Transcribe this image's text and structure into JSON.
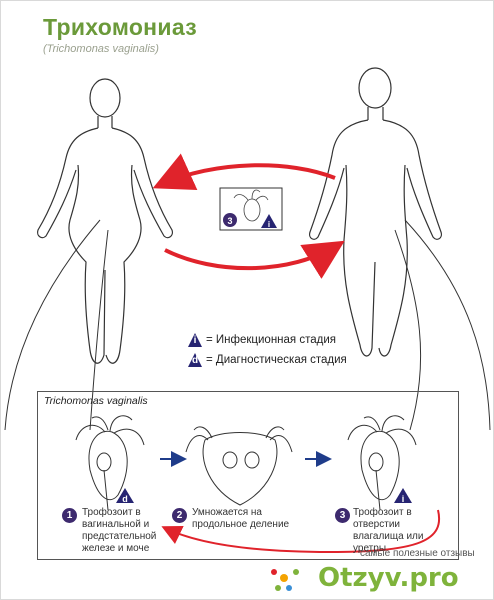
{
  "header": {
    "title": "Трихомониаз",
    "subtitle": "(Trichomonas vaginalis)"
  },
  "legend": {
    "infective_badge": "i",
    "infective_label": "= Инфекционная стадия",
    "diagnostic_badge": "d",
    "diagnostic_label": "= Диагностическая стадия"
  },
  "center_box": {
    "step_number": "3",
    "badge": "i"
  },
  "panel": {
    "title": "Trichomonas vaginalis",
    "steps": [
      {
        "number": "1",
        "badge": "d",
        "text": "Трофозоит в вагинальной и предстательной железе и моче"
      },
      {
        "number": "2",
        "text": "Умножается на продольное деление"
      },
      {
        "number": "3",
        "badge": "i",
        "text": "Трофозоит в отверстии влагалища или уретры"
      }
    ]
  },
  "watermark": {
    "text": "Otzyv.pro",
    "subtext": "самые полезные отзывы"
  },
  "colors": {
    "title_green": "#6b9a3a",
    "cycle_red": "#e0232b",
    "badge_navy": "#262472",
    "step_purple": "#3d2a6e"
  }
}
